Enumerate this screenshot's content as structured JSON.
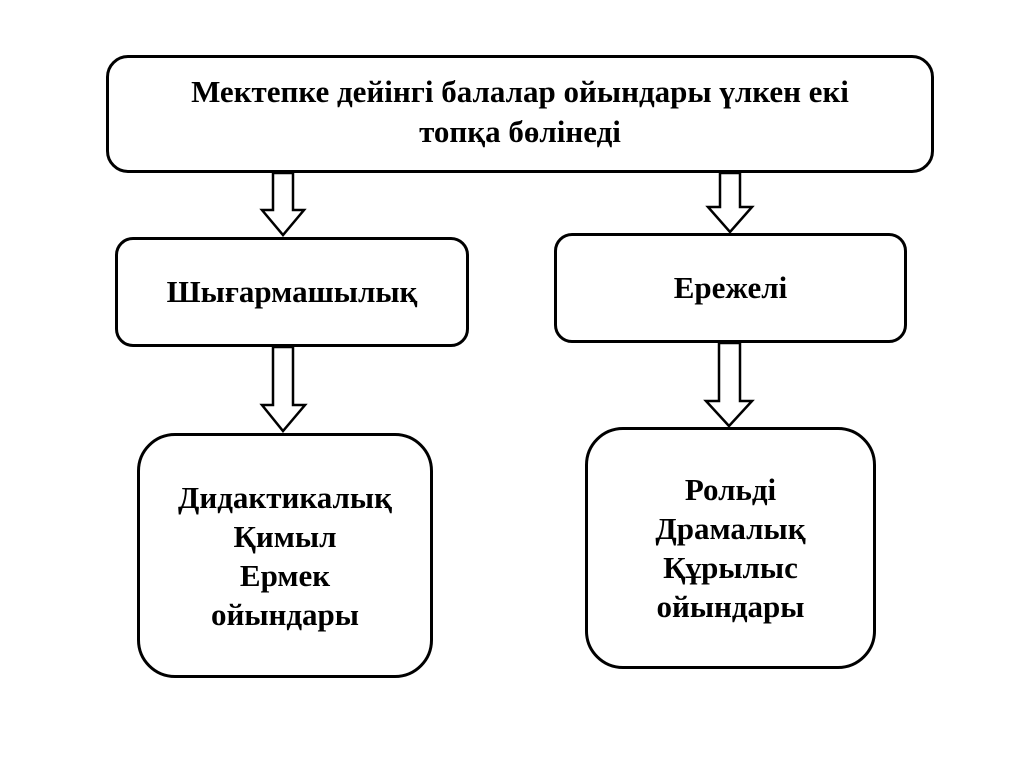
{
  "diagram": {
    "root": {
      "label": "Мектепке дейінгі балалар ойындары үлкен екі\nтопқа бөлінеді"
    },
    "branches": [
      {
        "label": "Шығармашылық",
        "children_label": "Дидактикалық\nҚимыл\nЕрмек\nойындары",
        "child_items": [
          "Дидактикалық",
          "Қимыл",
          "Ермек",
          "ойындары"
        ]
      },
      {
        "label": "Ережелі",
        "children_label": "Рольді\nДрамалық\nҚұрылыс\nойындары",
        "child_items": [
          "Рольді",
          "Драмалық",
          "Құрылыс",
          "ойындары"
        ]
      }
    ],
    "edges": [
      {
        "from": "root",
        "to": "Шығармашылық"
      },
      {
        "from": "root",
        "to": "Ережелі"
      },
      {
        "from": "Шығармашылық",
        "to": "Дидактикалық / Қимыл / Ермек ойындары"
      },
      {
        "from": "Ережелі",
        "to": "Рольді / Драмалық / Құрылыс ойындары"
      }
    ],
    "colors": {
      "stroke": "#000000",
      "fill": "#ffffff",
      "text": "#000000"
    }
  }
}
